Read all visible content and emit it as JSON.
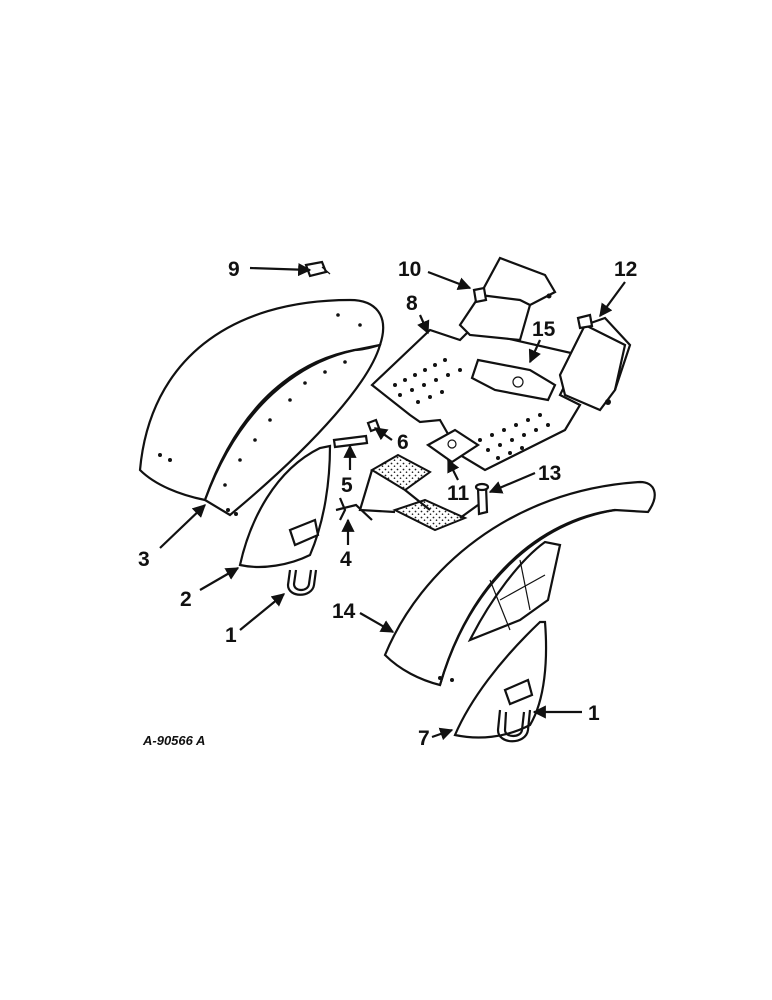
{
  "drawing_code": "A-90566 A",
  "callouts": {
    "c1a": "1",
    "c1b": "1",
    "c2": "2",
    "c3": "3",
    "c4": "4",
    "c5": "5",
    "c6": "6",
    "c7": "7",
    "c8": "8",
    "c9": "9",
    "c10": "10",
    "c11": "11",
    "c12": "12",
    "c13": "13",
    "c14": "14",
    "c15": "15"
  }
}
